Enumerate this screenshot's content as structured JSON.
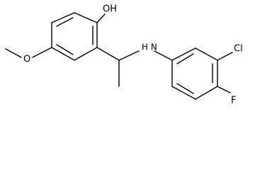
{
  "molecule": {
    "labels": {
      "hydroxyl": "OH",
      "methoxy_oxygen": "O",
      "amine": "H N",
      "chlorine": "Cl",
      "fluorine": "F"
    }
  },
  "colors": {
    "bond": "#000000",
    "text": "#000000",
    "background": "#ffffff"
  }
}
